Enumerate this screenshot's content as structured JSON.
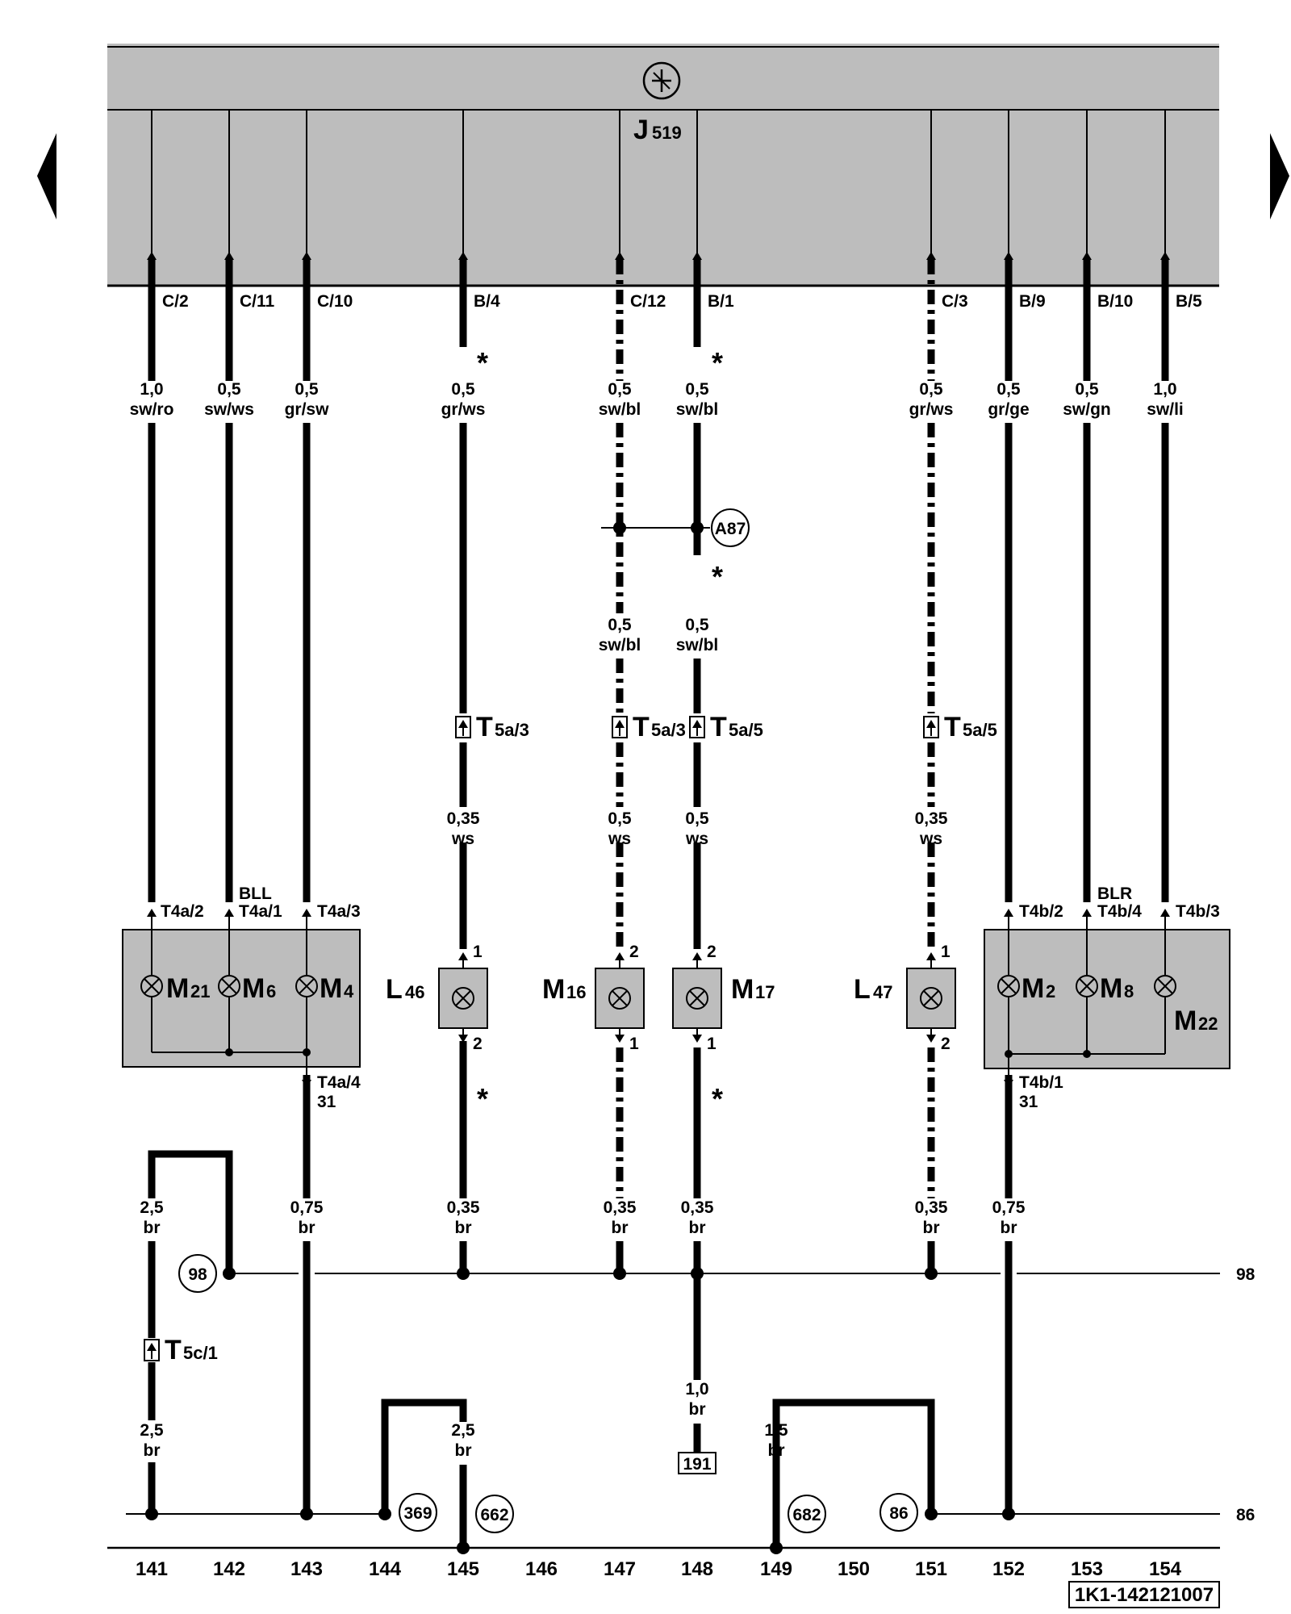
{
  "control_unit": {
    "letter": "J",
    "index": "519"
  },
  "diagram_number": "1K1-142121007",
  "wires": [
    {
      "id": "141",
      "pin": "C/2",
      "gauge": "1,0",
      "color": "sw/ro",
      "asterisk": false,
      "dashed": false
    },
    {
      "id": "142",
      "pin": "C/11",
      "gauge": "0,5",
      "color": "sw/ws",
      "asterisk": false,
      "dashed": false
    },
    {
      "id": "143",
      "pin": "C/10",
      "gauge": "0,5",
      "color": "gr/sw",
      "asterisk": false,
      "dashed": false
    },
    {
      "id": "145",
      "pin": "B/4",
      "gauge": "0,5",
      "color": "gr/ws",
      "asterisk": true,
      "dashed": false
    },
    {
      "id": "147",
      "pin": "C/12",
      "gauge": "0,5",
      "color": "sw/bl",
      "asterisk": false,
      "dashed": true
    },
    {
      "id": "148",
      "pin": "B/1",
      "gauge": "0,5",
      "color": "sw/bl",
      "asterisk": true,
      "dashed": false
    },
    {
      "id": "151",
      "pin": "C/3",
      "gauge": "0,5",
      "color": "gr/ws",
      "asterisk": false,
      "dashed": true
    },
    {
      "id": "152",
      "pin": "B/9",
      "gauge": "0,5",
      "color": "gr/ge",
      "asterisk": false,
      "dashed": false
    },
    {
      "id": "153",
      "pin": "B/10",
      "gauge": "0,5",
      "color": "sw/gn",
      "asterisk": false,
      "dashed": false
    },
    {
      "id": "154",
      "pin": "B/5",
      "gauge": "1,0",
      "color": "sw/li",
      "asterisk": false,
      "dashed": false
    }
  ],
  "junction": {
    "label": "A87"
  },
  "mid_wires": [
    {
      "gauge": "0,5",
      "color": "sw/bl"
    },
    {
      "gauge": "0,5",
      "color": "sw/bl"
    }
  ],
  "connectors_t5a": [
    {
      "label": "T",
      "sub": "5a/3"
    },
    {
      "label": "T",
      "sub": "5a/3"
    },
    {
      "label": "T",
      "sub": "5a/5"
    },
    {
      "label": "T",
      "sub": "5a/5"
    }
  ],
  "lower_wires": [
    {
      "gauge": "0,35",
      "color": "ws"
    },
    {
      "gauge": "0,5",
      "color": "ws"
    },
    {
      "gauge": "0,5",
      "color": "ws"
    },
    {
      "gauge": "0,35",
      "color": "ws"
    }
  ],
  "left_group": {
    "pins": [
      "T4a/2",
      "T4a/1",
      "T4a/3"
    ],
    "extra_label": "BLL",
    "bulbs": [
      {
        "letter": "M",
        "sub": "21"
      },
      {
        "letter": "M",
        "sub": "6"
      },
      {
        "letter": "M",
        "sub": "4"
      }
    ],
    "ground_pin": "T4a/4",
    "ground_terminal": "31"
  },
  "right_group": {
    "pins": [
      "T4b/2",
      "T4b/4",
      "T4b/3"
    ],
    "extra_label": "BLR",
    "bulbs": [
      {
        "letter": "M",
        "sub": "2"
      },
      {
        "letter": "M",
        "sub": "8"
      },
      {
        "letter": "M",
        "sub": "22"
      }
    ],
    "ground_pin": "T4b/1",
    "ground_terminal": "31"
  },
  "single_lamps": [
    {
      "letter": "L",
      "sub": "46",
      "pin_top": "1",
      "pin_bot": "2"
    },
    {
      "letter": "M",
      "sub": "16",
      "pin_top": "2",
      "pin_bot": "1"
    },
    {
      "letter": "M",
      "sub": "17",
      "pin_top": "2",
      "pin_bot": "1"
    },
    {
      "letter": "L",
      "sub": "47",
      "pin_top": "1",
      "pin_bot": "2"
    }
  ],
  "ground_wires": [
    {
      "gauge": "2,5",
      "color": "br"
    },
    {
      "gauge": "0,75",
      "color": "br"
    },
    {
      "gauge": "0,35",
      "color": "br"
    },
    {
      "gauge": "0,35",
      "color": "br"
    },
    {
      "gauge": "0,35",
      "color": "br"
    },
    {
      "gauge": "0,35",
      "color": "br"
    },
    {
      "gauge": "0,75",
      "color": "br"
    }
  ],
  "connector_t5c": {
    "label": "T",
    "sub": "5c/1"
  },
  "bottom_wires": [
    {
      "gauge": "2,5",
      "color": "br"
    },
    {
      "gauge": "2,5",
      "color": "br"
    },
    {
      "gauge": "1,0",
      "color": "br"
    },
    {
      "gauge": "1,5",
      "color": "br"
    }
  ],
  "ground_points": [
    "98",
    "369",
    "662",
    "682",
    "86"
  ],
  "bus_labels": [
    "98",
    "86"
  ],
  "ref_box": "191",
  "asterisk_symbol": "*",
  "track_numbers": [
    "141",
    "142",
    "143",
    "144",
    "145",
    "146",
    "147",
    "148",
    "149",
    "150",
    "151",
    "152",
    "153",
    "154"
  ],
  "nav": {
    "prev": "previous-page",
    "next": "next-page"
  }
}
